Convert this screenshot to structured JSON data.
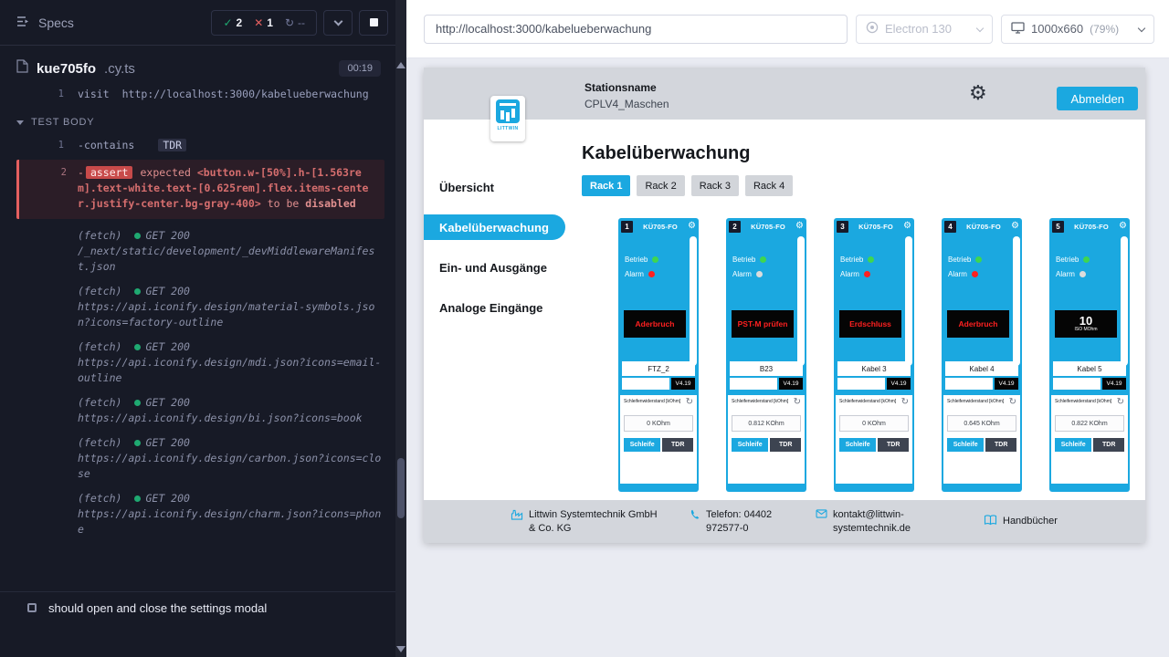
{
  "colors": {
    "accent_blue": "#1ba8e0",
    "pass_green": "#1fa971",
    "fail_red": "#e45f5f",
    "led_green": "#3fd64f",
    "alarm_red": "#ff2020",
    "reporter_bg": "#171a26",
    "header_gray": "#d3d6dc"
  },
  "reporter": {
    "specs_label": "Specs",
    "stats": {
      "passed": "2",
      "failed": "1",
      "skipped": "--"
    },
    "spec": {
      "name": "kue705fo",
      "ext": ".cy.ts",
      "duration": "00:19"
    },
    "commands": {
      "visit_num": "1",
      "visit_name": "visit",
      "visit_url": "http://localhost:3000/kabelueberwachung",
      "section": "TEST BODY",
      "contains_num": "1",
      "contains_prefix": "-",
      "contains_name": "contains",
      "contains_arg": "TDR",
      "assert_num": "2",
      "assert_prefix": "-",
      "assert_name": "assert",
      "assert_expected": "expected",
      "assert_selector": "<button.w-[50%].h-[1.563rem].text-white.text-[0.625rem].flex.items-center.justify-center.bg-gray-400>",
      "assert_tail": "to be",
      "assert_state": "disabled"
    },
    "fetches": [
      {
        "tag": "(fetch)",
        "status": "GET 200",
        "url": "/_next/static/development/_devMiddlewareManifest.json"
      },
      {
        "tag": "(fetch)",
        "status": "GET 200",
        "url": "https://api.iconify.design/material-symbols.json?icons=factory-outline"
      },
      {
        "tag": "(fetch)",
        "status": "GET 200",
        "url": "https://api.iconify.design/mdi.json?icons=email-outline"
      },
      {
        "tag": "(fetch)",
        "status": "GET 200",
        "url": "https://api.iconify.design/bi.json?icons=book"
      },
      {
        "tag": "(fetch)",
        "status": "GET 200",
        "url": "https://api.iconify.design/carbon.json?icons=close"
      },
      {
        "tag": "(fetch)",
        "status": "GET 200",
        "url": "https://api.iconify.design/charm.json?icons=phone"
      }
    ],
    "next_test": "should open and close the settings modal"
  },
  "browserbar": {
    "url": "http://localhost:3000/kabelueberwachung",
    "browser": "Electron 130",
    "viewport": "1000x660",
    "zoom": "(79%)"
  },
  "app": {
    "header": {
      "station_label": "Stationsname",
      "station_value": "CPLV4_Maschen",
      "logout": "Abmelden",
      "logo": "LITTWIN"
    },
    "nav": [
      {
        "label": "Übersicht"
      },
      {
        "label": "Kabelüberwachung"
      },
      {
        "label": "Ein- und Ausgänge"
      },
      {
        "label": "Analoge Eingänge"
      }
    ],
    "title": "Kabelüberwachung",
    "tabs": [
      {
        "label": "Rack 1"
      },
      {
        "label": "Rack 2"
      },
      {
        "label": "Rack 3"
      },
      {
        "label": "Rack 4"
      }
    ],
    "card_labels": {
      "model": "KÜ705-FO",
      "betrieb": "Betrieb",
      "alarm": "Alarm",
      "loop": "Schleifenwiderstand [kOhm]",
      "version": "V4.19",
      "btn_loop": "Schleife",
      "btn_tdr": "TDR"
    },
    "cards": [
      {
        "num": "1",
        "status": "Aderbruch",
        "name": "FTZ_2",
        "value": "0 KOhm",
        "alarm_on": true
      },
      {
        "num": "2",
        "status": "PST-M prüfen",
        "name": "B23",
        "value": "0.812 KOhm",
        "alarm_on": false
      },
      {
        "num": "3",
        "status": "Erdschluss",
        "name": "Kabel 3",
        "value": "0 KOhm",
        "alarm_on": true
      },
      {
        "num": "4",
        "status": "Aderbruch",
        "name": "Kabel 4",
        "value": "0.645 KOhm",
        "alarm_on": true
      },
      {
        "num": "5",
        "status": "10",
        "status_sub": "ISO MOhm",
        "status_type": "value",
        "name": "Kabel 5",
        "value": "0.822 KOhm",
        "alarm_on": false
      }
    ],
    "footer": {
      "company": "Littwin Systemtechnik GmbH & Co. KG",
      "phone": "Telefon: 04402 972577-0",
      "email": "kontakt@littwin-systemtechnik.de",
      "manuals": "Handbücher"
    }
  }
}
